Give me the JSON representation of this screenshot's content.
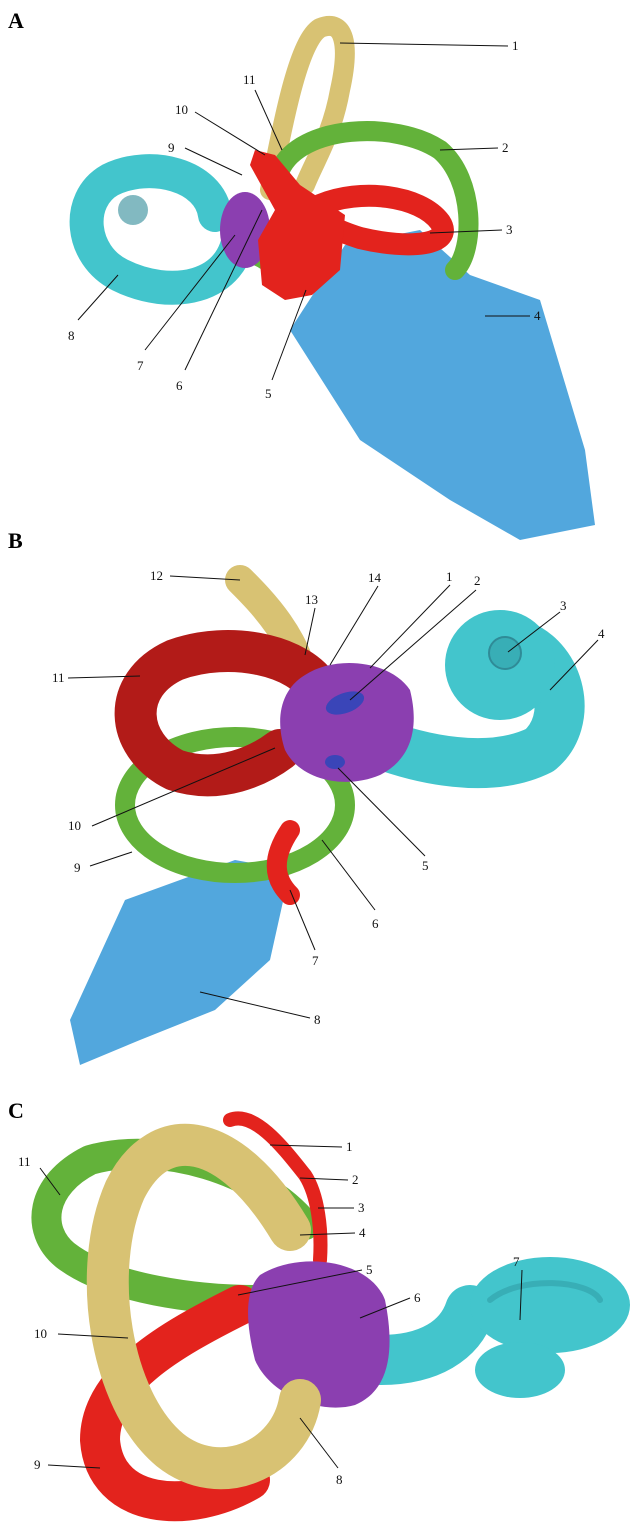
{
  "colors": {
    "yellow": "#d8c273",
    "green": "#63b23a",
    "red": "#e3231d",
    "dark_red": "#b21b18",
    "cyan": "#43c5cc",
    "blue": "#52a7dd",
    "purple": "#8b3fb0",
    "dark_blue": "#3a45b8"
  },
  "panels": [
    {
      "letter": "A",
      "labels": [
        "1",
        "2",
        "3",
        "4",
        "5",
        "6",
        "7",
        "8",
        "9",
        "10",
        "11"
      ]
    },
    {
      "letter": "B",
      "labels": [
        "12",
        "13",
        "14",
        "1",
        "2",
        "3",
        "4",
        "11",
        "10",
        "9",
        "5",
        "6",
        "7",
        "8"
      ]
    },
    {
      "letter": "C",
      "labels": [
        "1",
        "2",
        "11",
        "3",
        "4",
        "5",
        "6",
        "7",
        "10",
        "9",
        "8"
      ]
    }
  ]
}
